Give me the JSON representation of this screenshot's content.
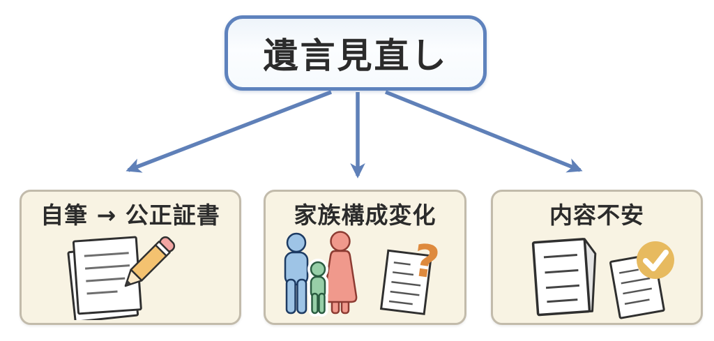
{
  "root": {
    "label": "遺言見直し"
  },
  "cards": [
    {
      "id": "handwritten-to-notarized",
      "label": "自筆 → 公正証書",
      "icon": "document-pencil-icon"
    },
    {
      "id": "family-structure-change",
      "label": "家族構成変化",
      "icon": "family-question-document-icon",
      "doc_mark": "?"
    },
    {
      "id": "content-concern",
      "label": "内容不安",
      "icon": "documents-check-icon"
    }
  ],
  "arrows": [
    {
      "from": "root",
      "to": "handwritten-to-notarized"
    },
    {
      "from": "root",
      "to": "family-structure-change"
    },
    {
      "from": "root",
      "to": "content-concern"
    }
  ],
  "colors": {
    "accent_blue_border": "#5e82bd",
    "arrow_blue": "#5f80b8",
    "card_background": "#f8f3e3",
    "card_border": "#c2bbab",
    "text_dark": "#2b2b2b",
    "question_orange": "#de8a3e",
    "check_gold": "#e7ba5f",
    "figure_blue": "#9ec4e6",
    "figure_pink": "#f0998c",
    "figure_green": "#97cfa8",
    "pencil_yellow": "#f4c270",
    "eraser_pink": "#f2a5a2"
  }
}
